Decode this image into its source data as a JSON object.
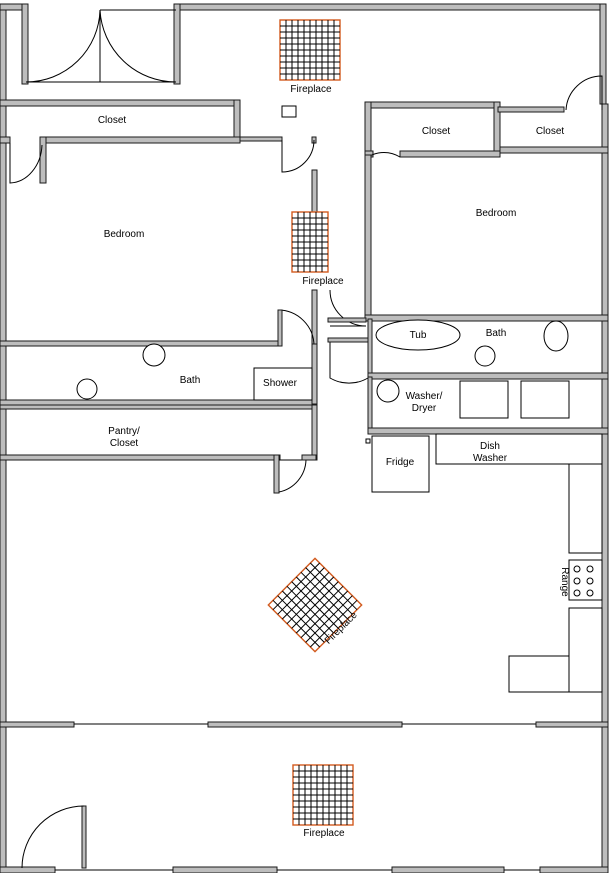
{
  "rooms": {
    "closet_top_left": "Closet",
    "closet_mid": "Closet",
    "closet_right": "Closet",
    "bedroom_left": "Bedroom",
    "bedroom_right": "Bedroom",
    "bath_left": "Bath",
    "shower": "Shower",
    "pantry_line1": "Pantry/",
    "pantry_line2": "Closet",
    "tub": "Tub",
    "bath_right": "Bath",
    "washer_line1": "Washer/",
    "washer_line2": "Dryer",
    "fridge": "Fridge",
    "dish_line1": "Dish",
    "dish_line2": "Washer",
    "range": "Range"
  },
  "fireplaces": {
    "top": "Fireplace",
    "middle": "Fireplace",
    "living": "Fireplace",
    "bottom": "Fireplace"
  },
  "colors": {
    "wall": "#1a1a1a",
    "wall_fill": "#bdbdbd",
    "fireplace_border": "#d25a1e",
    "background": "#ffffff"
  }
}
